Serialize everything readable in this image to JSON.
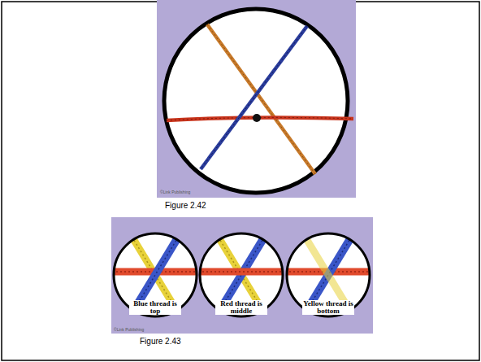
{
  "diagram": {
    "labels": [
      "©Link Publishing",
      "Figure 2.42",
      "Blue thread is top",
      "Red thread is middle",
      "Yellow thread is bottom",
      "©Link Publishing",
      "Figure 2.43"
    ]
  }
}
